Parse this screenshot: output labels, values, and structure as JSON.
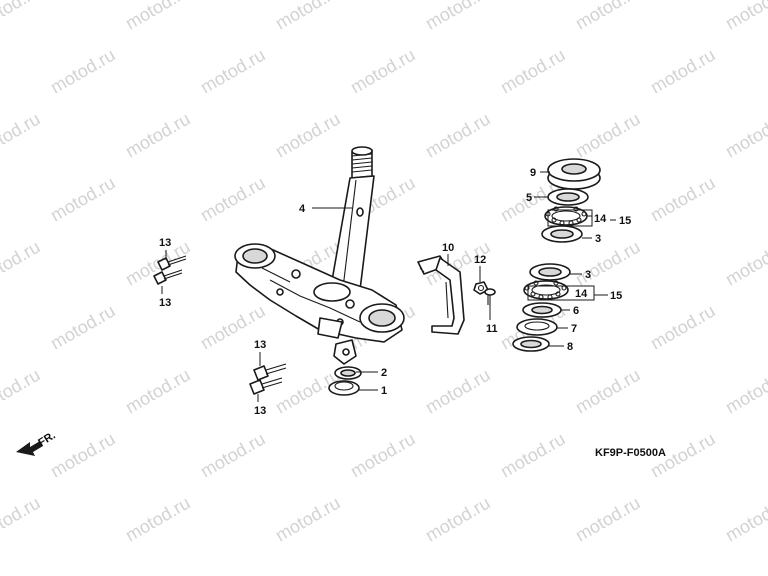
{
  "watermark_text": "motod.ru",
  "diagram_code": "KF9P-F0500A",
  "front_arrow_label": "FR.",
  "callouts": {
    "stem": "4",
    "bolt_top_a": "13",
    "bolt_top_b": "13",
    "bolt_bottom_a": "13",
    "bolt_bottom_b": "13",
    "dust_seal": "2",
    "lower_seal": "1",
    "bracket": "10",
    "nut": "12",
    "screw": "11",
    "top_nut": "9",
    "lock_washer": "5",
    "bearing_upper": "14",
    "bearing_upper_set": "15",
    "race_upper": "3",
    "race_lower": "3",
    "bearing_lower": "14",
    "bearing_lower_set": "15",
    "race_lower_inner": "6",
    "dust_seal_lower": "7",
    "washer_lower": "8"
  }
}
